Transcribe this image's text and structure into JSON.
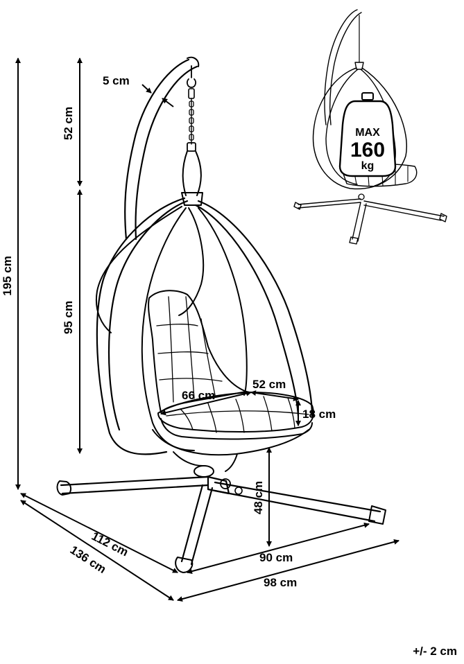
{
  "dimensions": {
    "frame_tube": "5 cm",
    "chain_height": "52 cm",
    "total_height": "195 cm",
    "basket_height": "95 cm",
    "seat_width": "66 cm",
    "seat_depth": "52 cm",
    "cushion_thickness": "18 cm",
    "seat_height": "48 cm",
    "stand_depth": "112 cm",
    "stand_depth_outer": "136 cm",
    "stand_width": "90 cm",
    "stand_width_outer": "98 cm"
  },
  "weight_badge": {
    "line1": "MAX",
    "line2": "160",
    "line3": "kg"
  },
  "tolerance": "+/- 2 cm"
}
